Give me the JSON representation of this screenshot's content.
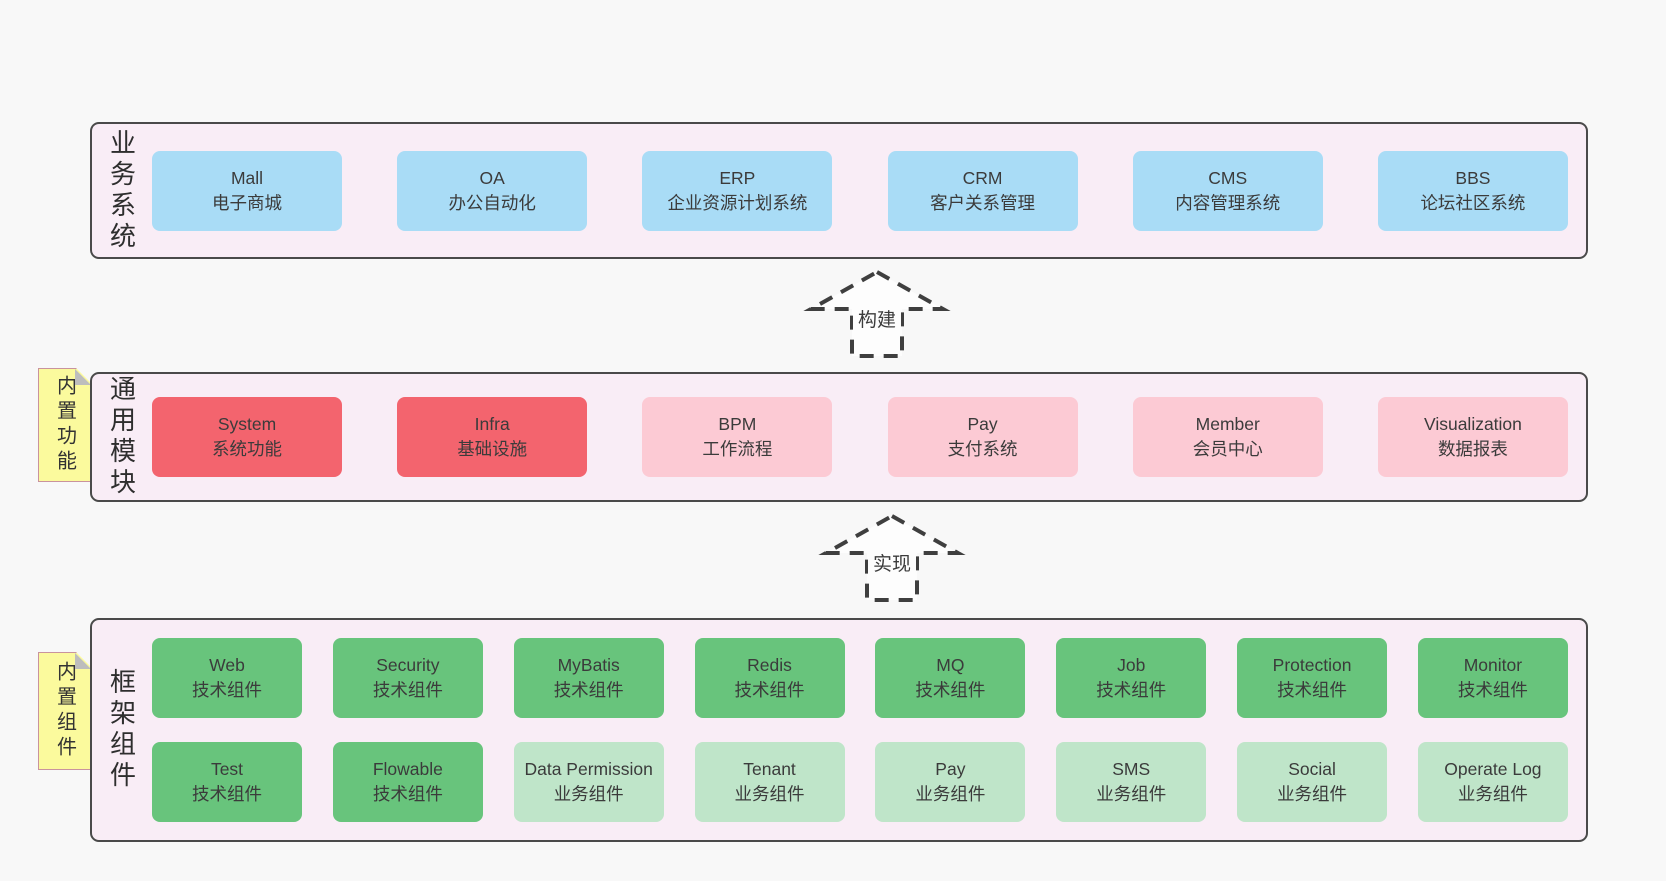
{
  "colors": {
    "page_bg": "#f8f8f8",
    "band_bg": "#f9edf6",
    "band_border": "#4a4a4a",
    "box_blue": "#a9dcf6",
    "box_red": "#f3646e",
    "box_pink": "#fccad4",
    "box_green": "#68c47c",
    "box_light_green": "#bfe5c9",
    "note_yellow": "#fbfa9d"
  },
  "arrows": [
    {
      "label": "构建"
    },
    {
      "label": "实现"
    }
  ],
  "bands": [
    {
      "label": "业务系统",
      "boxes": [
        {
          "name": "Mall",
          "desc": "电子商城"
        },
        {
          "name": "OA",
          "desc": "办公自动化"
        },
        {
          "name": "ERP",
          "desc": "企业资源计划系统"
        },
        {
          "name": "CRM",
          "desc": "客户关系管理"
        },
        {
          "name": "CMS",
          "desc": "内容管理系统"
        },
        {
          "name": "BBS",
          "desc": "论坛社区系统"
        }
      ]
    },
    {
      "label": "通用模块",
      "note": "内置功能",
      "boxes": [
        {
          "name": "System",
          "desc": "系统功能"
        },
        {
          "name": "Infra",
          "desc": "基础设施"
        },
        {
          "name": "BPM",
          "desc": "工作流程"
        },
        {
          "name": "Pay",
          "desc": "支付系统"
        },
        {
          "name": "Member",
          "desc": "会员中心"
        },
        {
          "name": "Visualization",
          "desc": "数据报表"
        }
      ]
    },
    {
      "label": "框架组件",
      "note": "内置组件",
      "rows": [
        [
          {
            "name": "Web",
            "desc": "技术组件"
          },
          {
            "name": "Security",
            "desc": "技术组件"
          },
          {
            "name": "MyBatis",
            "desc": "技术组件"
          },
          {
            "name": "Redis",
            "desc": "技术组件"
          },
          {
            "name": "MQ",
            "desc": "技术组件"
          },
          {
            "name": "Job",
            "desc": "技术组件"
          },
          {
            "name": "Protection",
            "desc": "技术组件"
          },
          {
            "name": "Monitor",
            "desc": "技术组件"
          }
        ],
        [
          {
            "name": "Test",
            "desc": "技术组件"
          },
          {
            "name": "Flowable",
            "desc": "技术组件"
          },
          {
            "name": "Data Permission",
            "desc": "业务组件"
          },
          {
            "name": "Tenant",
            "desc": "业务组件"
          },
          {
            "name": "Pay",
            "desc": "业务组件"
          },
          {
            "name": "SMS",
            "desc": "业务组件"
          },
          {
            "name": "Social",
            "desc": "业务组件"
          },
          {
            "name": "Operate Log",
            "desc": "业务组件"
          }
        ]
      ]
    }
  ]
}
